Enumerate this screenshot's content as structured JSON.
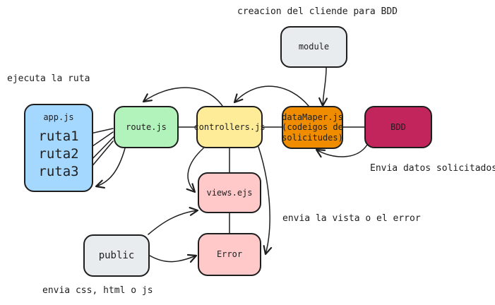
{
  "notes": {
    "cliente": "creacion del cliende para BDD",
    "ejecuta": "ejecuta la ruta",
    "datos": "Envia datos solicitados",
    "vista": "envia la vista o el error",
    "css": "envia css, html o js"
  },
  "nodes": {
    "module": {
      "label": "module",
      "color": "#e9ecef"
    },
    "appjs": {
      "label": "app.js",
      "color": "#a5d8ff",
      "routes": [
        "ruta1",
        "ruta2",
        "ruta3"
      ]
    },
    "routejs": {
      "label": "route.js",
      "color": "#b2f2bb"
    },
    "controllers": {
      "label": "controllers.js",
      "color": "#ffec99"
    },
    "datamaper": {
      "label": "dataMaper.js (codeigos de solicitudes)",
      "color": "#f08c00"
    },
    "bdd": {
      "label": "BDD",
      "color": "#c2255c"
    },
    "views": {
      "label": "views.ejs",
      "color": "#ffc9c9"
    },
    "error": {
      "label": "Error",
      "color": "#ffc9c9"
    },
    "public": {
      "label": "public",
      "color": "#e9ecef"
    }
  }
}
